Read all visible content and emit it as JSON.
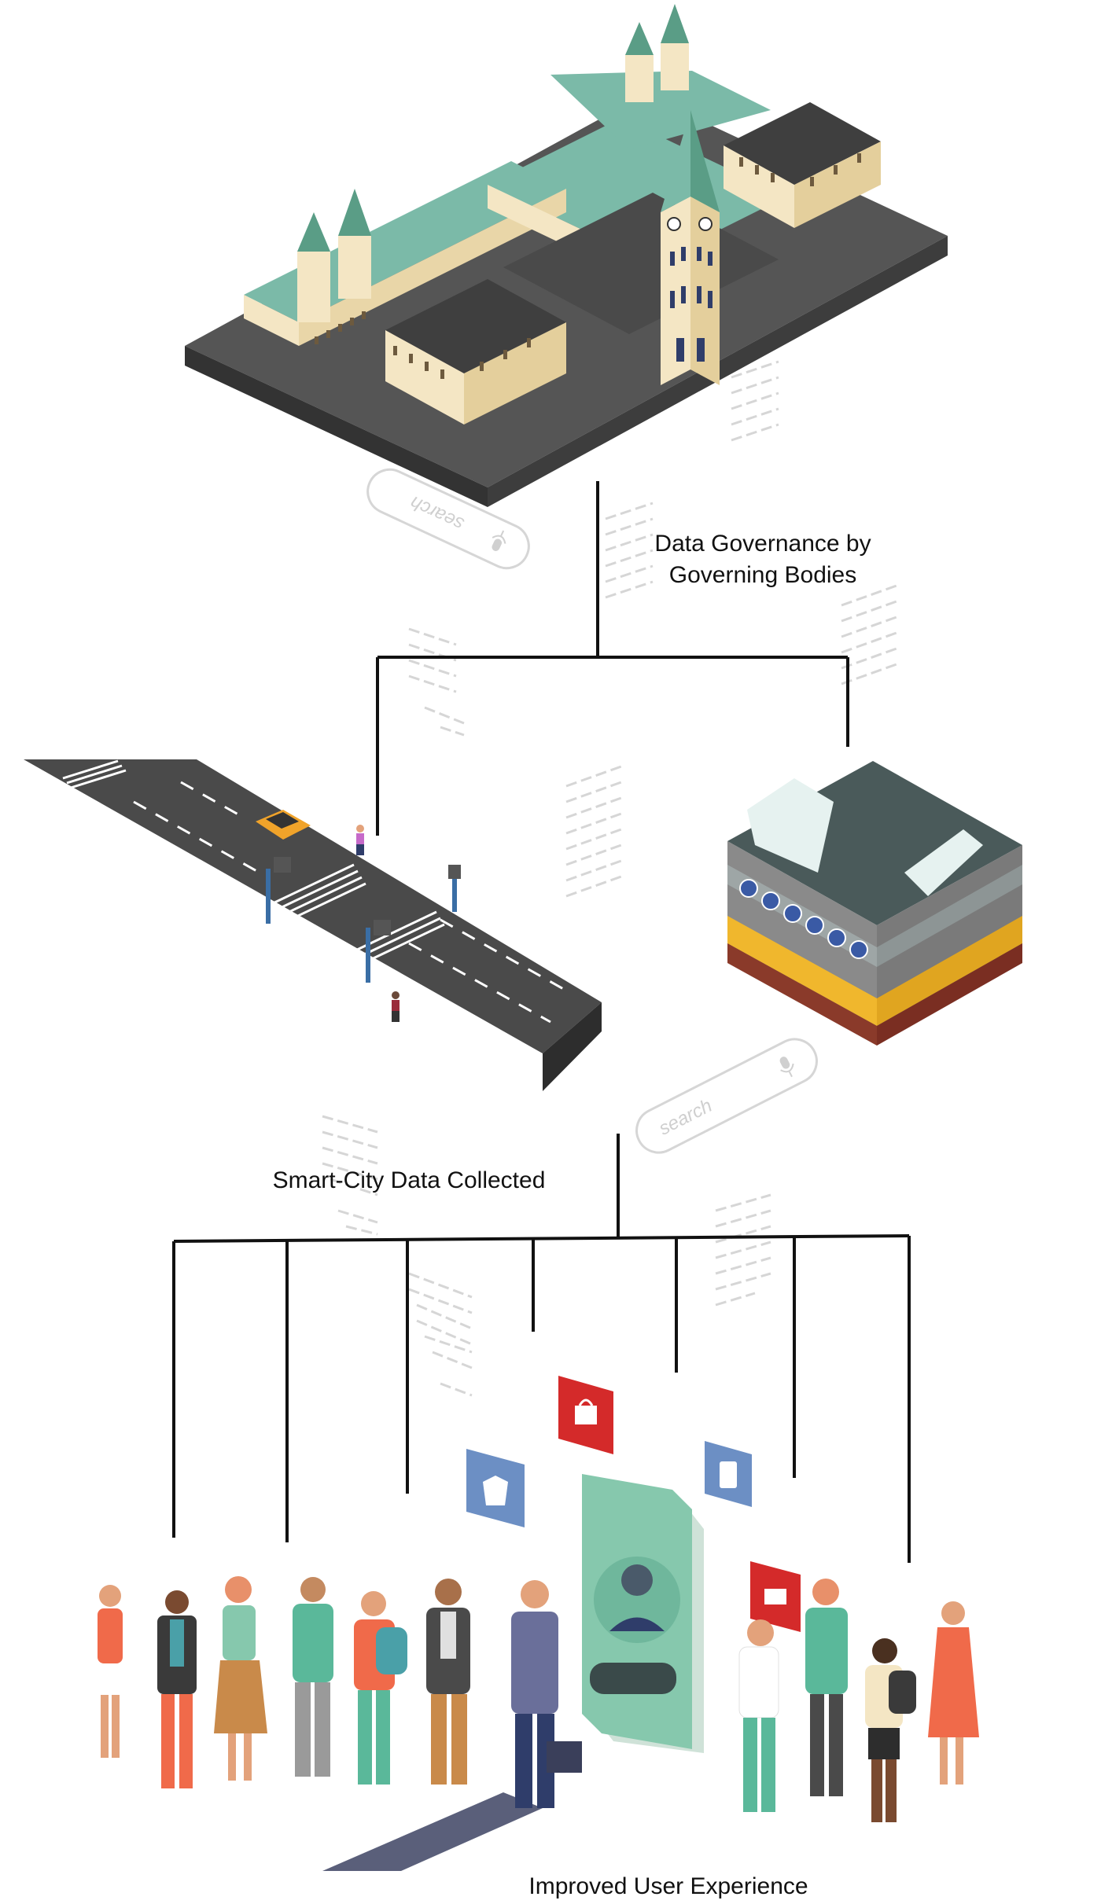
{
  "captions": {
    "governance_line1": "Data Governance by",
    "governance_line2": "Governing Bodies",
    "collected": "Smart-City Data Collected",
    "experience": "Improved User Experience"
  },
  "ghost_search": {
    "top_label": "search",
    "mid_label": "search"
  },
  "colors": {
    "roof_teal": "#7bbaa8",
    "stone_cream": "#f4e6c4",
    "slate_dark": "#4a4a4a",
    "road_gray": "#4a4a4a",
    "sensor_red": "#d42a2a",
    "sensor_blue": "#6c8fc4",
    "phone_green": "#86c8ad",
    "connector": "#111111"
  },
  "icons": [
    "bag-icon",
    "shirt-icon",
    "tablet-icon",
    "wallet-icon",
    "microphone-icon"
  ]
}
